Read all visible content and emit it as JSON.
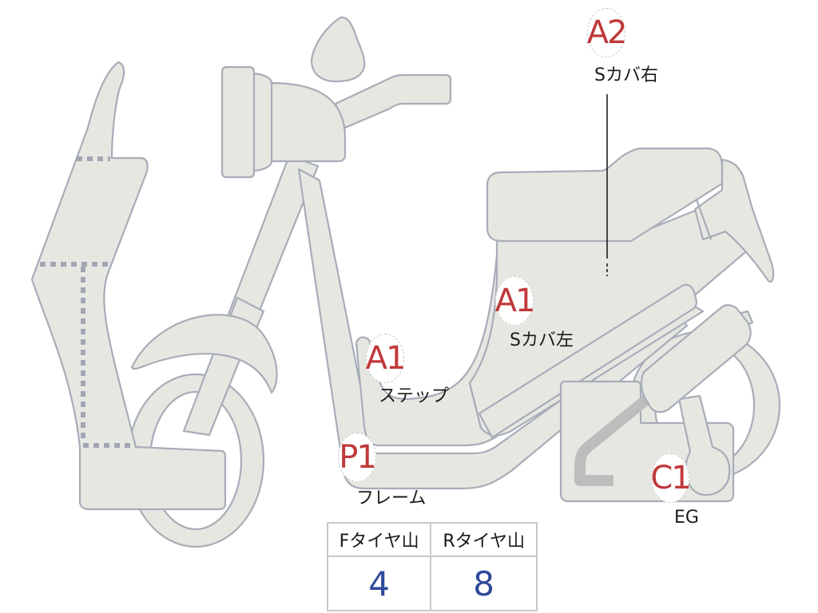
{
  "diagram": {
    "subject": "scooter side view inspection map",
    "colors": {
      "body_fill": "#e7e7e2",
      "outline": "#a7adb8",
      "marker_text": "#c0393b",
      "value_text": "#2e4a9a",
      "label_text": "#1a1a1a"
    }
  },
  "markers": [
    {
      "code": "A2",
      "label": "Sカバ右"
    },
    {
      "code": "A1",
      "label": "Sカバ左"
    },
    {
      "code": "A1",
      "label": "ステップ"
    },
    {
      "code": "P1",
      "label": "フレーム"
    },
    {
      "code": "C1",
      "label": "EG"
    }
  ],
  "tire_tread": {
    "headers": [
      "Fタイヤ山",
      "Rタイヤ山"
    ],
    "values": [
      "4",
      "8"
    ]
  }
}
